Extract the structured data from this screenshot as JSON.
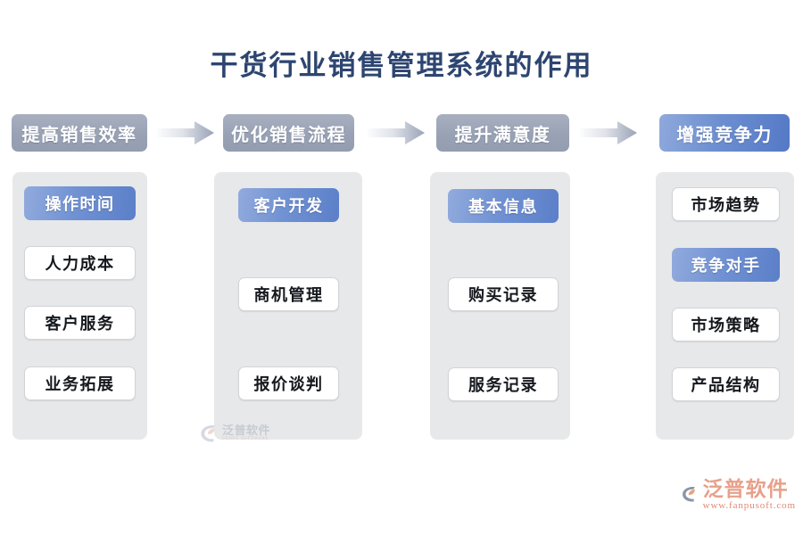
{
  "title": "干货行业销售管理系统的作用",
  "colors": {
    "title_text": "#2d4570",
    "header_gray": "#99a2b4",
    "header_blue": "#5479c6",
    "panel_bg": "#e7e8ea",
    "item_accent": "#5b7fc9",
    "item_plain_bg": "#ffffff",
    "brand_orange": "#e8a08a"
  },
  "flow": {
    "arrows": [
      {
        "name": "arrow-1"
      },
      {
        "name": "arrow-2"
      },
      {
        "name": "arrow-3"
      }
    ],
    "columns": [
      {
        "header": "提高销售效率",
        "header_style": "gray",
        "items": [
          {
            "label": "操作时间",
            "highlighted": true
          },
          {
            "label": "人力成本",
            "highlighted": false
          },
          {
            "label": "客户服务",
            "highlighted": false
          },
          {
            "label": "业务拓展",
            "highlighted": false
          }
        ]
      },
      {
        "header": "优化销售流程",
        "header_style": "gray",
        "items": [
          {
            "label": "客户开发",
            "highlighted": true
          },
          {
            "label": "商机管理",
            "highlighted": false
          },
          {
            "label": "报价谈判",
            "highlighted": false
          }
        ]
      },
      {
        "header": "提升满意度",
        "header_style": "gray",
        "items": [
          {
            "label": "基本信息",
            "highlighted": true
          },
          {
            "label": "购买记录",
            "highlighted": false
          },
          {
            "label": "服务记录",
            "highlighted": false
          }
        ]
      },
      {
        "header": "增强竞争力",
        "header_style": "blue",
        "items": [
          {
            "label": "市场趋势",
            "highlighted": false
          },
          {
            "label": "竞争对手",
            "highlighted": true
          },
          {
            "label": "市场策略",
            "highlighted": false
          },
          {
            "label": "产品结构",
            "highlighted": false
          }
        ]
      }
    ]
  },
  "watermark": {
    "cn": "泛普软件",
    "en": "FANPU SOFTWARE"
  },
  "brand": {
    "cn": "泛普软件",
    "url": "www.fanpusoft.com"
  }
}
